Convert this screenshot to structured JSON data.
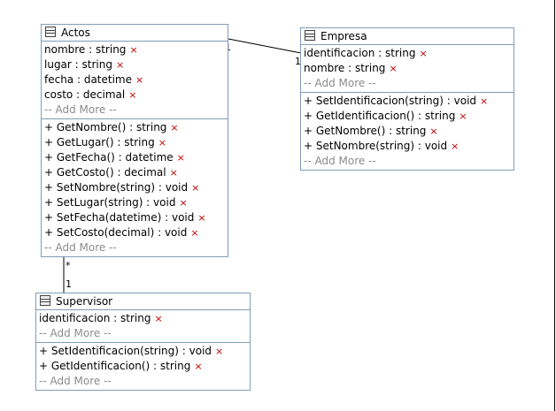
{
  "classes": {
    "actos": {
      "name": "Actos",
      "attributes": [
        "nombre : string",
        "lugar : string",
        "fecha : datetime",
        "costo : decimal"
      ],
      "methods": [
        "+ GetNombre() : string",
        "+ GetLugar() : string",
        "+ GetFecha() : datetime",
        "+ GetCosto() : decimal",
        "+ SetNombre(string) : void",
        "+ SetLugar(string) : void",
        "+ SetFecha(datetime) : void",
        "+ SetCosto(decimal) : void"
      ]
    },
    "empresa": {
      "name": "Empresa",
      "attributes": [
        "identificacion : string",
        "nombre : string"
      ],
      "methods": [
        "+ SetIdentificacion(string) : void",
        "+ GetIdentificacion() : string",
        "+ GetNombre() : string",
        "+ SetNombre(string) : void"
      ]
    },
    "supervisor": {
      "name": "Supervisor",
      "attributes": [
        "identificacion : string"
      ],
      "methods": [
        "+ SetIdentificacion(string) : void",
        "+ GetIdentificacion() : string"
      ]
    }
  },
  "labels": {
    "add_more": "-- Add More --",
    "delete_glyph": "×"
  },
  "multiplicities": {
    "actos_empresa_left": "1",
    "actos_empresa_right": "1",
    "actos_supervisor_top": "*",
    "actos_supervisor_bottom": "1"
  },
  "colors": {
    "border": "#7f9db9",
    "delete": "#c00000",
    "add_more": "#8c8c8c"
  }
}
